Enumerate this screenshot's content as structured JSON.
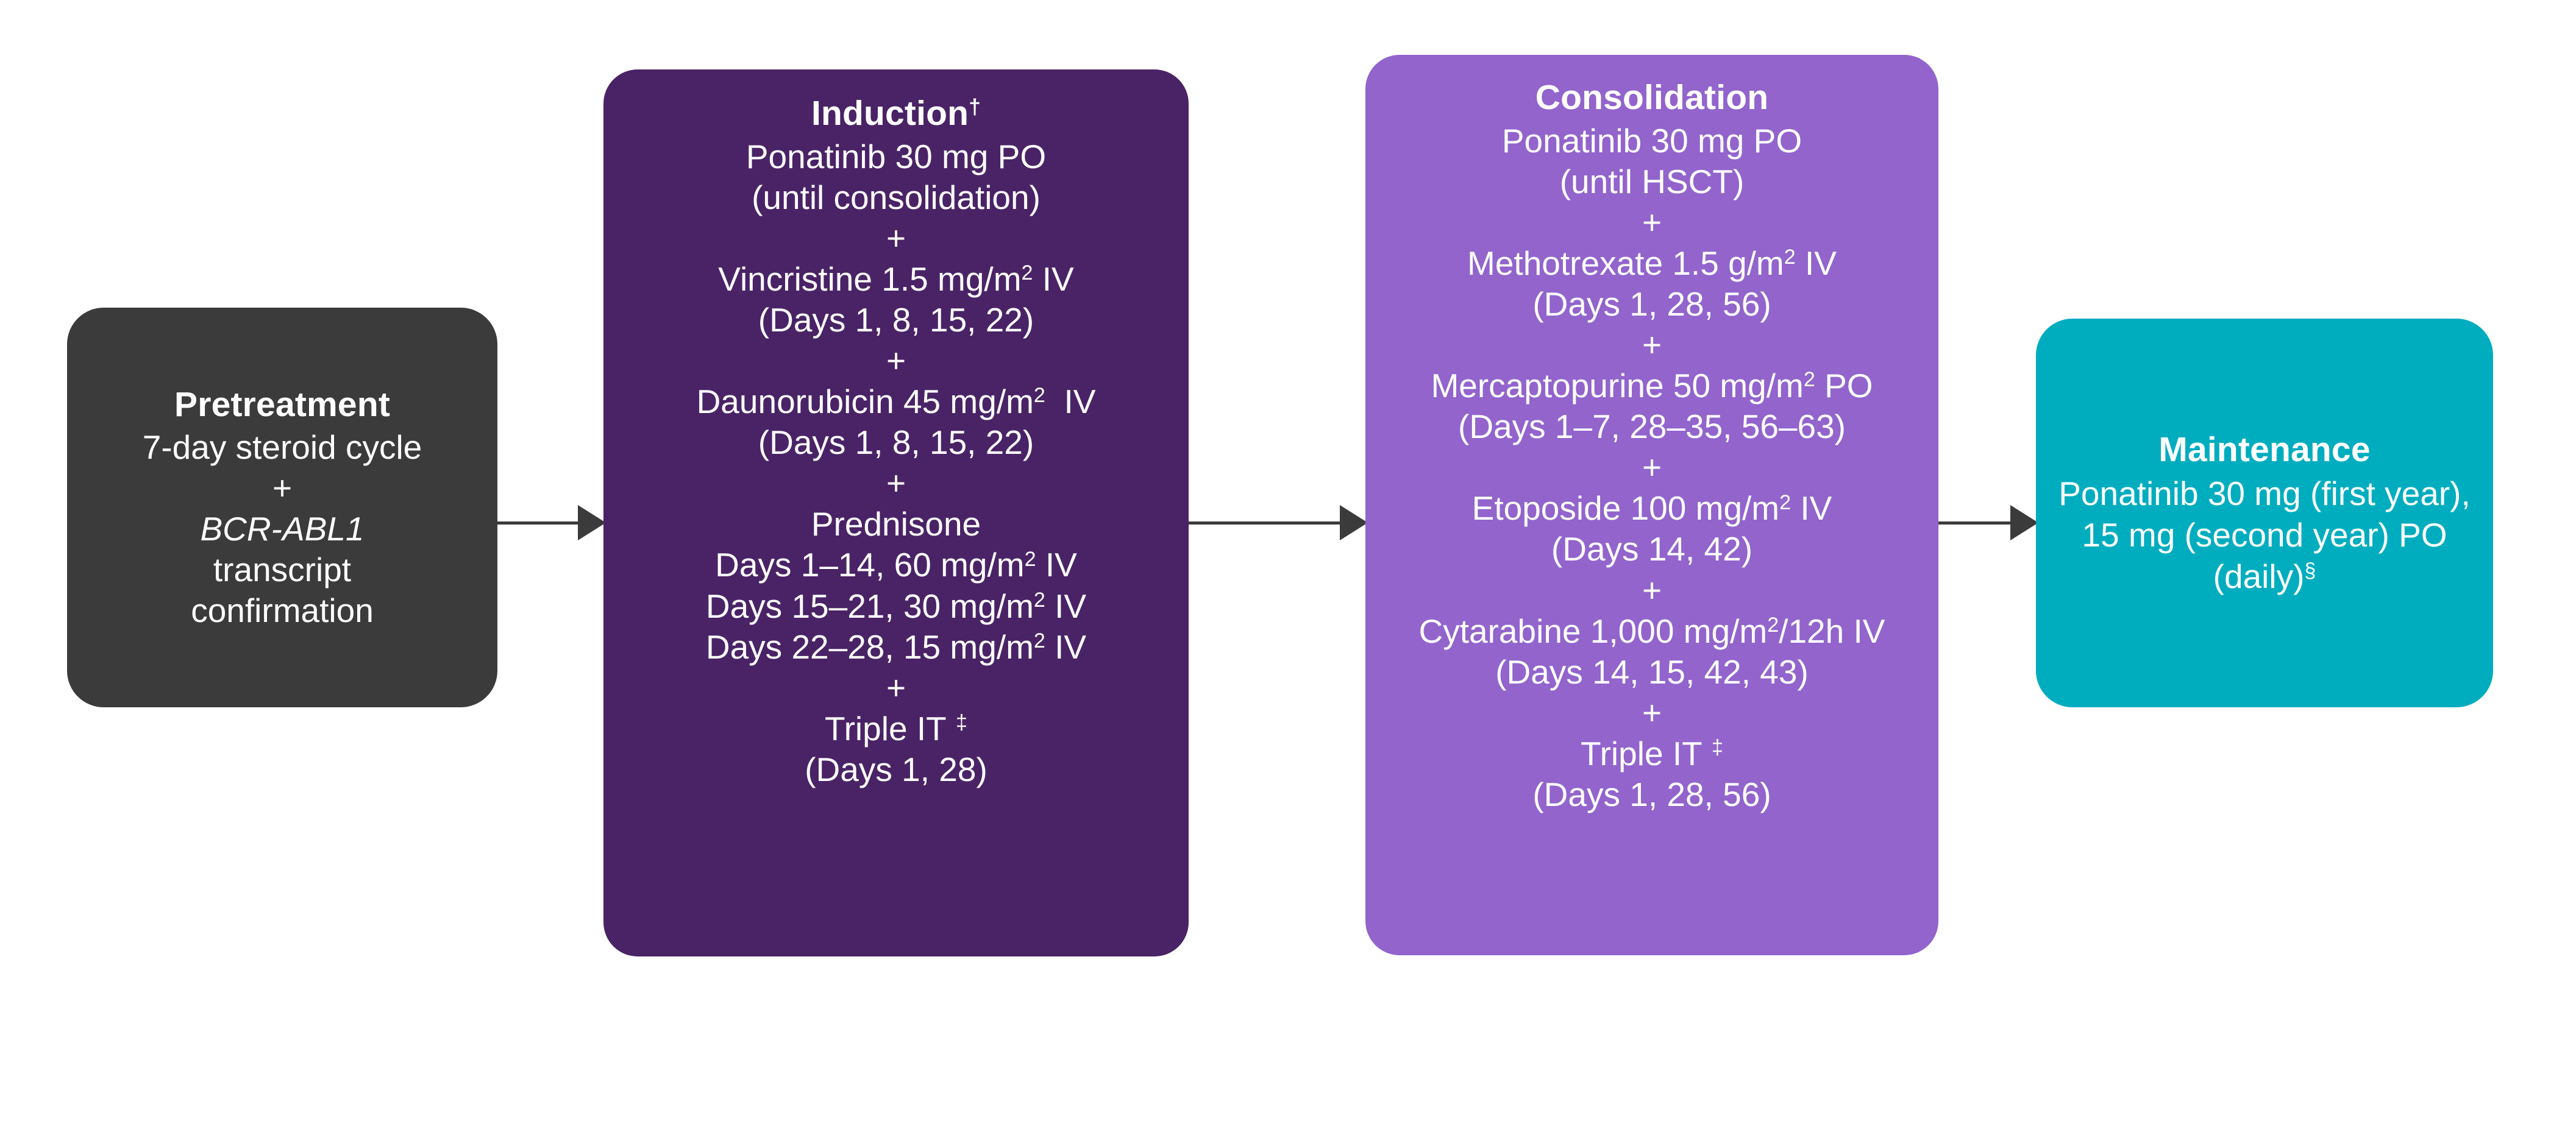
{
  "diagram": {
    "title": "Ponatinib-based treatment regimen flow diagram",
    "colors": {
      "pretreatment": "#3b3b3b",
      "induction": "#4a2366",
      "consolidation": "#9264cc",
      "maintenance": "#00adbf",
      "arrow": "#3b3b3b",
      "text": "#ffffff",
      "background": "#ffffff"
    }
  },
  "nodes": {
    "pretreatment": {
      "title": "Pretreatment",
      "lines": [
        "7-day steroid cycle",
        "+",
        "BCR-ABL1",
        "transcript",
        "confirmation"
      ]
    },
    "induction": {
      "title": "Induction",
      "title_marker": "†",
      "lines": [
        "Ponatinib 30 mg PO",
        "(until consolidation)",
        "+",
        "Vincristine 1.5 mg/m2 IV",
        "(Days 1, 8, 15, 22)",
        "+",
        "Daunorubicin 45 mg/m2  IV",
        "(Days 1, 8, 15, 22)",
        "+",
        "Prednisone",
        "Days 1–14, 60 mg/m2 IV",
        "Days 15–21, 30 mg/m2 IV",
        "Days 22–28, 15 mg/m2 IV",
        "+",
        "Triple IT ‡",
        "(Days 1, 28)"
      ],
      "vincristine": {
        "drug": "Vincristine",
        "dose": "1.5 mg/m",
        "exp": "2",
        "route": "IV",
        "days": "(Days 1, 8, 15, 22)"
      },
      "daunorubicin": {
        "drug": "Daunorubicin",
        "dose": "45 mg/m",
        "exp": "2",
        "route": "IV",
        "days": "(Days 1, 8, 15, 22)"
      },
      "prednisone": {
        "drug": "Prednisone",
        "schedule": [
          {
            "days": "Days 1–14, 60 mg/m",
            "exp": "2",
            "route": "IV"
          },
          {
            "days": "Days 15–21, 30 mg/m",
            "exp": "2",
            "route": "IV"
          },
          {
            "days": "Days 22–28, 15 mg/m",
            "exp": "2",
            "route": "IV"
          }
        ]
      },
      "ponatinib": {
        "drug": "Ponatinib 30 mg PO",
        "note": "(until consolidation)"
      },
      "triple_it": {
        "label": "Triple IT",
        "marker": "‡",
        "days": "(Days 1, 28)"
      }
    },
    "consolidation": {
      "title": "Consolidation",
      "lines": [
        "Ponatinib 30 mg PO",
        "(until HSCT)",
        "+",
        "Methotrexate 1.5 g/m2 IV",
        "(Days 1, 28, 56)",
        "+",
        "Mercaptopurine 50 mg/m2 PO",
        "(Days 1–7, 28–35, 56–63)",
        "+",
        "Etoposide 100 mg/m2 IV",
        "(Days 14, 42)",
        "+",
        "Cytarabine 1,000 mg/m2/12h IV",
        "(Days 14, 15, 42, 43)",
        "+",
        "Triple IT ‡",
        "(Days 1, 28, 56)"
      ],
      "ponatinib": {
        "drug": "Ponatinib 30 mg PO",
        "note": "(until HSCT)"
      },
      "methotrexate": {
        "drug": "Methotrexate",
        "dose": "1.5 g/m",
        "exp": "2",
        "route": "IV",
        "days": "(Days 1, 28, 56)"
      },
      "mercaptopurine": {
        "drug": "Mercaptopurine",
        "dose": "50 mg/m",
        "exp": "2",
        "route": "PO",
        "days": "(Days 1–7, 28–35, 56–63)"
      },
      "etoposide": {
        "drug": "Etoposide",
        "dose": "100 mg/m",
        "exp": "2",
        "route": "IV",
        "days": "(Days 14, 42)"
      },
      "cytarabine": {
        "drug": "Cytarabine",
        "dose": "1,000 mg/m",
        "exp": "2",
        "route": "/12h IV",
        "days": "(Days 14, 15, 42, 43)"
      },
      "triple_it": {
        "label": "Triple IT",
        "marker": "‡",
        "days": "(Days 1, 28, 56)"
      }
    },
    "maintenance": {
      "title": "Maintenance",
      "body": "Ponatinib 30 mg (first year), 15 mg (second year) PO",
      "daily": "(daily)",
      "daily_marker": "§",
      "lines": [
        "Ponatinib 30 mg (first",
        "year), 15 mg (second",
        "year) PO",
        "(daily)§"
      ]
    }
  },
  "symbols": {
    "plus": "+",
    "dagger": "†",
    "double_dagger": "‡",
    "section": "§",
    "superscript_two": "2"
  }
}
